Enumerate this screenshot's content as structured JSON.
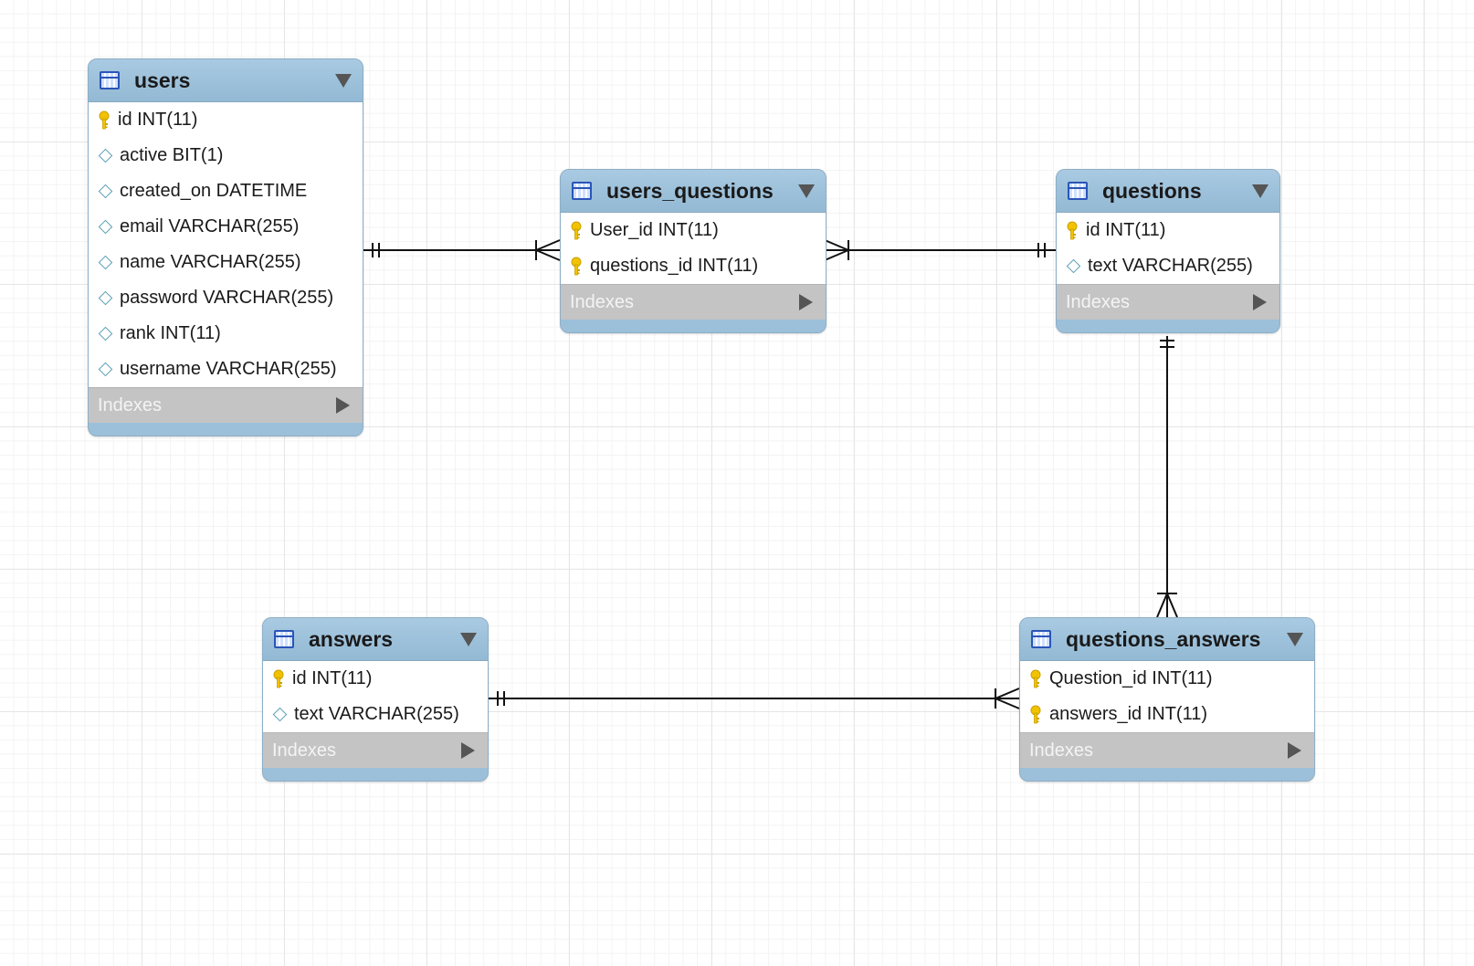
{
  "indexes_label": "Indexes",
  "tables": {
    "users": {
      "name": "users",
      "columns": [
        {
          "label": "id INT(11)",
          "key": true
        },
        {
          "label": "active BIT(1)",
          "key": false
        },
        {
          "label": "created_on DATETIME",
          "key": false
        },
        {
          "label": "email VARCHAR(255)",
          "key": false
        },
        {
          "label": "name VARCHAR(255)",
          "key": false
        },
        {
          "label": "password VARCHAR(255)",
          "key": false
        },
        {
          "label": "rank INT(11)",
          "key": false
        },
        {
          "label": "username VARCHAR(255)",
          "key": false
        }
      ]
    },
    "users_questions": {
      "name": "users_questions",
      "columns": [
        {
          "label": "User_id INT(11)",
          "key": true
        },
        {
          "label": "questions_id INT(11)",
          "key": true
        }
      ]
    },
    "questions": {
      "name": "questions",
      "columns": [
        {
          "label": "id INT(11)",
          "key": true
        },
        {
          "label": "text VARCHAR(255)",
          "key": false
        }
      ]
    },
    "answers": {
      "name": "answers",
      "columns": [
        {
          "label": "id INT(11)",
          "key": true
        },
        {
          "label": "text VARCHAR(255)",
          "key": false
        }
      ]
    },
    "questions_answers": {
      "name": "questions_answers",
      "columns": [
        {
          "label": "Question_id INT(11)",
          "key": true
        },
        {
          "label": "answers_id INT(11)",
          "key": true
        }
      ]
    }
  },
  "relationships": [
    {
      "from": "users",
      "to": "users_questions",
      "from_cardinality": "one",
      "to_cardinality": "many"
    },
    {
      "from": "questions",
      "to": "users_questions",
      "from_cardinality": "one",
      "to_cardinality": "many"
    },
    {
      "from": "questions",
      "to": "questions_answers",
      "from_cardinality": "one",
      "to_cardinality": "many"
    },
    {
      "from": "answers",
      "to": "questions_answers",
      "from_cardinality": "one",
      "to_cardinality": "many"
    }
  ],
  "colors": {
    "header": "#9cc0da",
    "indexes_bar": "#c4c4c4",
    "key_icon": "#f2c200",
    "attribute_icon": "#5a9fb5",
    "table_icon": "#2a55b8"
  }
}
